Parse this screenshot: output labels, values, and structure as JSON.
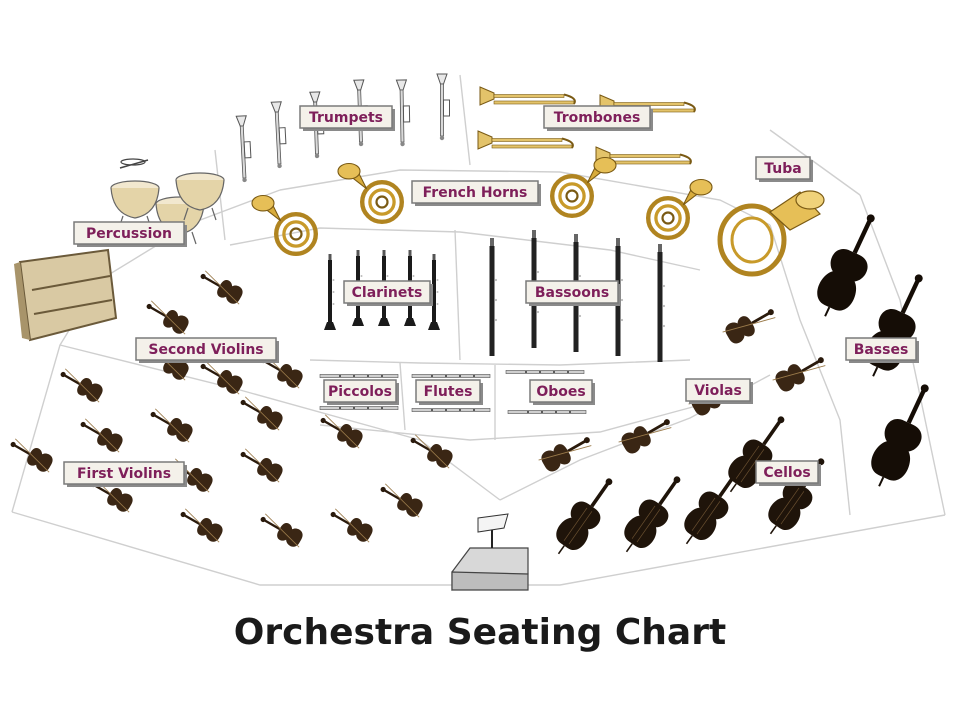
{
  "title": "Orchestra Seating Chart",
  "colors": {
    "label_text": "#7e1f5a",
    "brass": "#c89a2a",
    "brass_dark": "#7a5a14",
    "string_wood": "#3a2614",
    "percussion": "#d9c9a3"
  },
  "sections": {
    "trumpets": "Trumpets",
    "trombones": "Trombones",
    "french_horns": "French Horns",
    "tuba": "Tuba",
    "percussion": "Percussion",
    "clarinets": "Clarinets",
    "bassoons": "Bassoons",
    "second_violins": "Second Violins",
    "basses": "Basses",
    "piccolos": "Piccolos",
    "flutes": "Flutes",
    "oboes": "Oboes",
    "violas": "Violas",
    "first_violins": "First Violins",
    "cellos": "Cellos"
  },
  "icons": {
    "trumpet": "trumpet-icon",
    "trombone": "trombone-icon",
    "french_horn": "french-horn-icon",
    "tuba": "tuba-icon",
    "timpani": "timpani-icon",
    "drum_case": "drum-case-icon",
    "clarinet": "clarinet-icon",
    "bassoon": "bassoon-icon",
    "flute": "flute-icon",
    "violin": "violin-icon",
    "cello": "cello-icon",
    "bass": "bass-icon",
    "podium": "conductor-podium-icon"
  }
}
